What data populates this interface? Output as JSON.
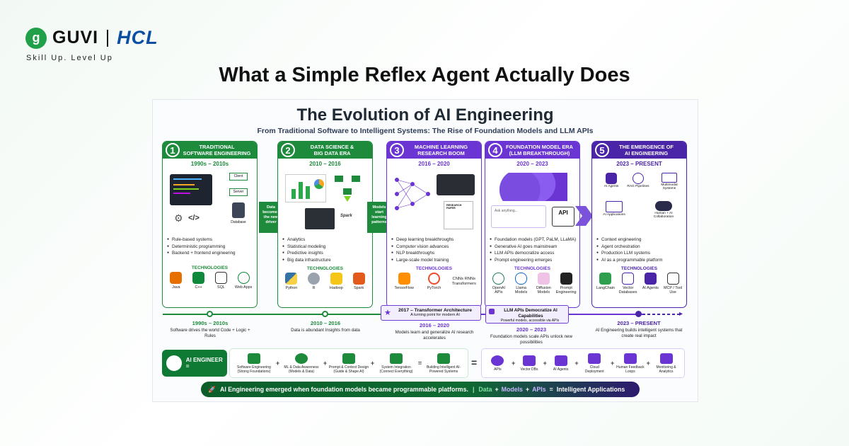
{
  "brand": {
    "guvi": "GUVI",
    "hcl": "HCL",
    "tagline": "Skill Up. Level Up"
  },
  "headline": "What a Simple Reflex Agent Actually Does",
  "infographic": {
    "title": "The Evolution of AI Engineering",
    "subtitle": "From Traditional Software to Intelligent Systems: The Rise of Foundation Models and LLM APIs",
    "colors": {
      "green": "#1d8a3c",
      "purple": "#6a35d2",
      "dark_purple": "#4a25a8"
    },
    "stages": [
      {
        "num": "1",
        "title_l1": "TRADITIONAL",
        "title_l2": "SOFTWARE ENGINEERING",
        "years": "1990s – 2010s",
        "bullets": [
          "Rule-based systems",
          "Deterministic programming",
          "Backend + frontend engineering"
        ],
        "tech_label": "TECHNOLOGIES",
        "tech": [
          {
            "name": "Java",
            "icon": "coffee-icon"
          },
          {
            "name": "C++",
            "icon": "cplusplus-icon"
          },
          {
            "name": "SQL",
            "icon": "database-icon"
          },
          {
            "name": "Web Apps",
            "icon": "globe-icon"
          }
        ],
        "art": {
          "client": "Client",
          "server": "Server",
          "database": "Database"
        }
      },
      {
        "num": "2",
        "title_l1": "DATA SCIENCE &",
        "title_l2": "BIG DATA ERA",
        "years": "2010 – 2016",
        "bullets": [
          "Analytics",
          "Statistical modeling",
          "Predictive insights",
          "Big data infrastructure"
        ],
        "tech_label": "TECHNOLOGIES",
        "tech": [
          {
            "name": "Python",
            "icon": "python-icon"
          },
          {
            "name": "R",
            "icon": "r-icon"
          },
          {
            "name": "Hadoop",
            "icon": "elephant-icon"
          },
          {
            "name": "Spark",
            "icon": "spark-icon"
          }
        ],
        "art": {
          "spark": "Spark"
        }
      },
      {
        "num": "3",
        "title_l1": "MACHINE LEARNING",
        "title_l2": "RESEARCH BOOM",
        "years": "2016 – 2020",
        "bullets": [
          "Deep learning breakthroughs",
          "Computer vision advances",
          "NLP breakthroughs",
          "Large-scale model training"
        ],
        "tech_label": "TECHNOLOGIES",
        "tech": [
          {
            "name": "TensorFlow",
            "icon": "tensorflow-icon"
          },
          {
            "name": "PyTorch",
            "icon": "pytorch-icon"
          },
          {
            "name": "CNNs RNNs Transformers",
            "icon": ""
          }
        ],
        "art": {
          "paper": "RESEARCH PAPER"
        }
      },
      {
        "num": "4",
        "title_l1": "FOUNDATION MODEL ERA",
        "title_l2": "(LLM BREAKTHROUGH)",
        "years": "2020 – 2023",
        "bullets": [
          "Foundation models (GPT, PaLM, LLaMA)",
          "Generative AI goes mainstream",
          "LLM APIs democratize access",
          "Prompt engineering emerges"
        ],
        "tech_label": "TECHNOLOGIES",
        "tech": [
          {
            "name": "OpenAI APIs",
            "icon": "openai-icon"
          },
          {
            "name": "Llama Models",
            "icon": "meta-icon"
          },
          {
            "name": "Diffusion Models",
            "icon": "diffusion-icon"
          },
          {
            "name": "Prompt Engineering",
            "icon": "terminal-icon"
          }
        ],
        "art": {
          "prompt": "Ask anything...",
          "api": "API"
        }
      },
      {
        "num": "5",
        "title_l1": "THE EMERGENCE OF",
        "title_l2": "AI ENGINEERING",
        "years": "2023 – PRESENT",
        "bullets": [
          "Context engineering",
          "Agent orchestration",
          "Production LLM systems",
          "AI as a programmable platform"
        ],
        "tech_label": "TECHNOLOGIES",
        "tech": [
          {
            "name": "LangChain",
            "icon": "parrot-icon"
          },
          {
            "name": "Vector Databases",
            "icon": "database-icon"
          },
          {
            "name": "AI Agents",
            "icon": "robot-icon"
          },
          {
            "name": "MCP / Tool Use",
            "icon": "tools-icon"
          }
        ],
        "art": {
          "agents": "AI Agents",
          "rag": "RAG Pipelines",
          "multimodal": "Multimodal Systems",
          "apps": "AI Applications",
          "collab": "Human + AI Collaboration"
        }
      }
    ],
    "drivers": [
      {
        "text": "Data becomes the new driver"
      },
      {
        "text": "Models start learning patterns"
      }
    ],
    "timeline": [
      {
        "year": "1990s – 2010s",
        "desc": "Software drives the world Code + Logic + Rules"
      },
      {
        "year": "2010 – 2016",
        "desc": "Data is abundant Insights from data"
      },
      {
        "year": "2016 – 2020",
        "desc": "Models learn and generalize AI research accelerates"
      },
      {
        "year": "2020 – 2023",
        "desc": "Foundation models scale APIs unlock new possibilities"
      },
      {
        "year": "2023 – PRESENT",
        "desc": "AI Engineering builds intelligent systems that create real impact"
      }
    ],
    "callouts": {
      "transformer_title": "2017 – Transformer Architecture",
      "transformer_sub": "A turning point for modern AI",
      "llm_title": "LLM APIs Democratize AI Capabilities",
      "llm_sub": "Powerful models, accessible via APIs"
    },
    "formula": {
      "label": "AI ENGINEER =",
      "left": [
        "Software Engineering (Strong Foundations)",
        "ML & Data Awareness (Models & Data)",
        "Prompt & Context Design (Guide & Shape AI)",
        "System Integration (Connect Everything)",
        "Building Intelligent AI-Powered Systems"
      ],
      "right": [
        "APIs",
        "Vector DBs",
        "AI Agents",
        "Cloud Deployment",
        "Human Feedback Loops",
        "Monitoring & Analytics"
      ]
    },
    "bottom": {
      "text": "AI Engineering emerged when foundation models became programmable platforms.",
      "sep": "|",
      "data": "Data",
      "plus": "+",
      "models": "Models",
      "apis": "APIs",
      "eq": "=",
      "result": "Intelligent Applications"
    }
  }
}
